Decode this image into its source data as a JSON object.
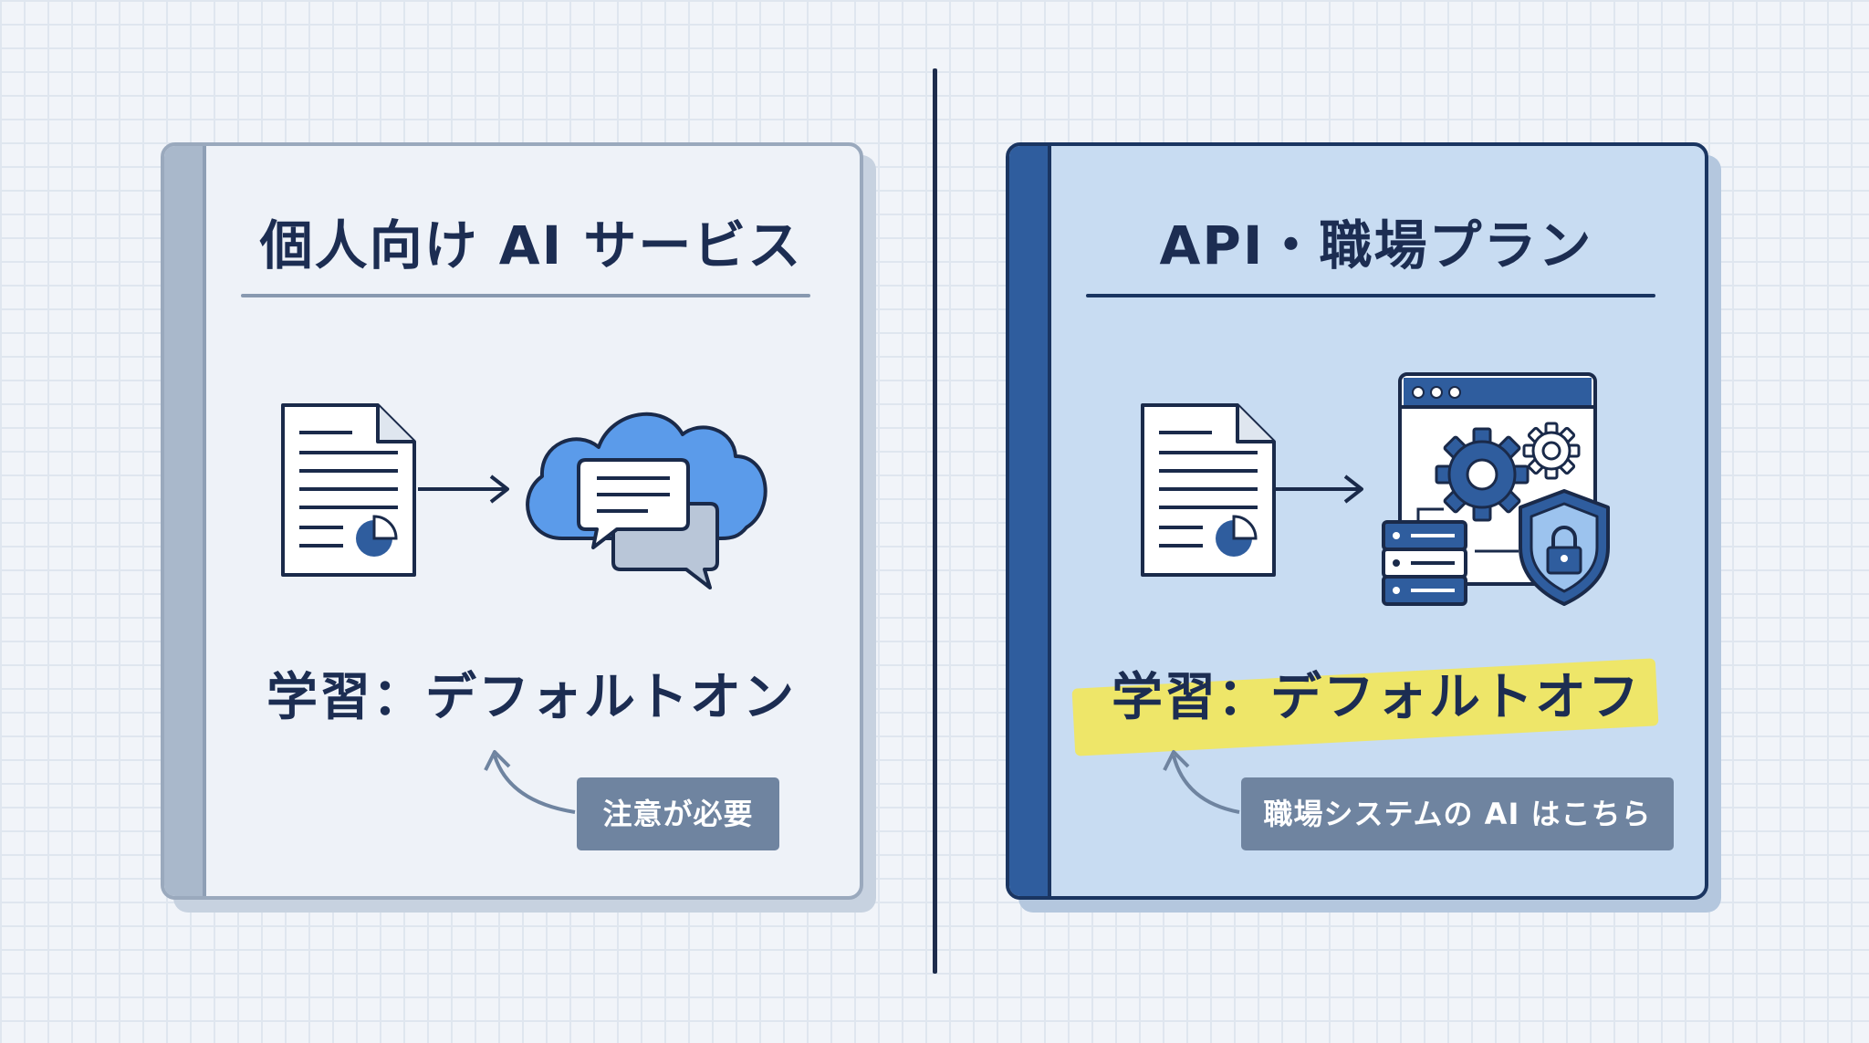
{
  "colors": {
    "background": "#f1f4f9",
    "grid": "#dfe6ef",
    "left_card": "#eef2f8",
    "right_card": "#c8dcf2",
    "navy": "#1a3561",
    "blue_accent": "#5b9bea",
    "highlight": "#f2e75a",
    "note_bg": "#6f84a0"
  },
  "left": {
    "title": "個人向け AI サービス",
    "status": "学習：デフォルトオン",
    "note": "注意が必要",
    "icons": [
      "document-icon",
      "arrow-icon",
      "cloud-chat-icon"
    ]
  },
  "right": {
    "title": "API・職場プラン",
    "status": "学習：デフォルトオフ",
    "note": "職場システムの AI はこちら",
    "icons": [
      "document-icon",
      "arrow-icon",
      "gear-window-icon",
      "server-icon",
      "shield-lock-icon"
    ]
  }
}
